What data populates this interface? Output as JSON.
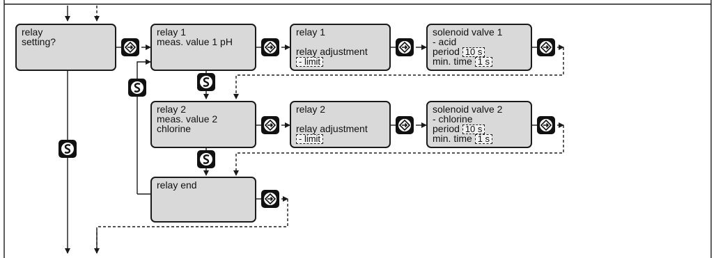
{
  "boxes": {
    "relay_setting": {
      "line1": "relay",
      "line2": "setting?"
    },
    "relay1": {
      "line1": "relay 1",
      "line2": "meas. value 1 pH"
    },
    "relay1_adjust": {
      "line1": "relay 1",
      "line2": "relay adjustment",
      "line3": "- limit"
    },
    "valve1": {
      "line1": "solenoid valve 1",
      "line2": "-  acid",
      "period_label": "period",
      "period_value": "10 s",
      "mintime_label": "min. time",
      "mintime_value": "1 s"
    },
    "relay2": {
      "line1": "relay 2",
      "line2": "meas. value 2",
      "line3": "chlorine"
    },
    "relay2_adjust": {
      "line1": "relay 2",
      "line2": "relay adjustment",
      "line3": "- limit"
    },
    "valve2": {
      "line1": "solenoid valve 2",
      "line2": "-  chlorine",
      "period_label": "period",
      "period_value": "10 s",
      "mintime_label": "min. time",
      "mintime_value": "1 s"
    },
    "relay_end": {
      "line1": "relay end"
    }
  },
  "icons": {
    "enter": "enter-key-icon",
    "scroll": "scroll-key-icon"
  },
  "colors": {
    "box_fill": "#d9d9d9",
    "line": "#1a1a1a",
    "key_fill": "#111111"
  }
}
